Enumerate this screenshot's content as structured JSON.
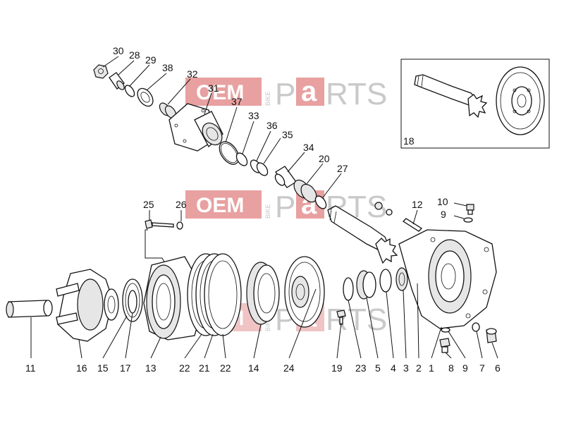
{
  "watermark": {
    "oem": "OEM",
    "bike": "BIKE",
    "p": "P",
    "a": "a",
    "rts": "RTS"
  },
  "inset": {
    "label": "18"
  },
  "callouts": {
    "n30": "30",
    "n28": "28",
    "n29": "29",
    "n38": "38",
    "n32": "32",
    "n31": "31",
    "n37": "37",
    "n33": "33",
    "n36": "36",
    "n35": "35",
    "n34": "34",
    "n20": "20",
    "n27": "27",
    "n25": "25",
    "n26": "26",
    "n12": "12",
    "n10": "10",
    "n9top": "9",
    "n11": "11",
    "n16": "16",
    "n15": "15",
    "n17": "17",
    "n13": "13",
    "n22a": "22",
    "n21": "21",
    "n22b": "22",
    "n14": "14",
    "n24": "24",
    "n19": "19",
    "n23": "23",
    "n5": "5",
    "n4": "4",
    "n3": "3",
    "n2": "2",
    "n1": "1",
    "n8": "8",
    "n9": "9",
    "n7": "7",
    "n6": "6"
  }
}
